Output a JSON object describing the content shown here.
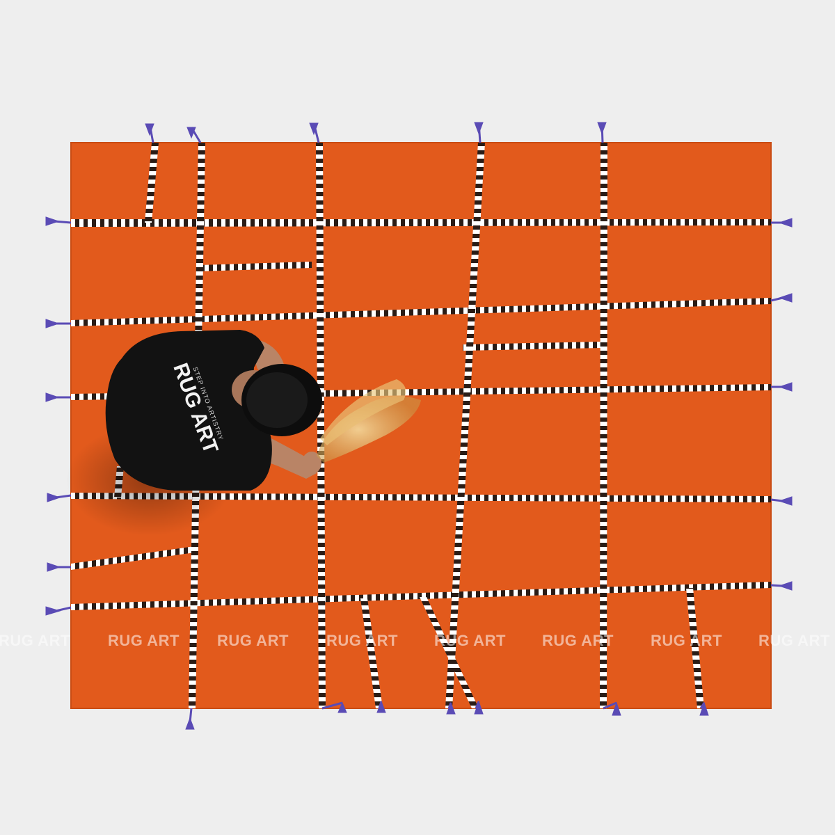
{
  "photo": {
    "subject": "Person in black t-shirt brushing an orange wool rug with a grid of black-and-white striped lines and purple tassels"
  },
  "shirt": {
    "brand": "RUG ART",
    "tagline": "STEP INTO ARTISTRY"
  },
  "watermark": {
    "text": "RUG ART",
    "count": 8
  },
  "colors": {
    "background": "#eeeeee",
    "rug": "#e25a1c",
    "stripe_dark": "#2a1c16",
    "stripe_light": "#ffffff",
    "tassel": "#5a4bb5",
    "shirt": "#121212",
    "broom": "#d9b56a"
  }
}
